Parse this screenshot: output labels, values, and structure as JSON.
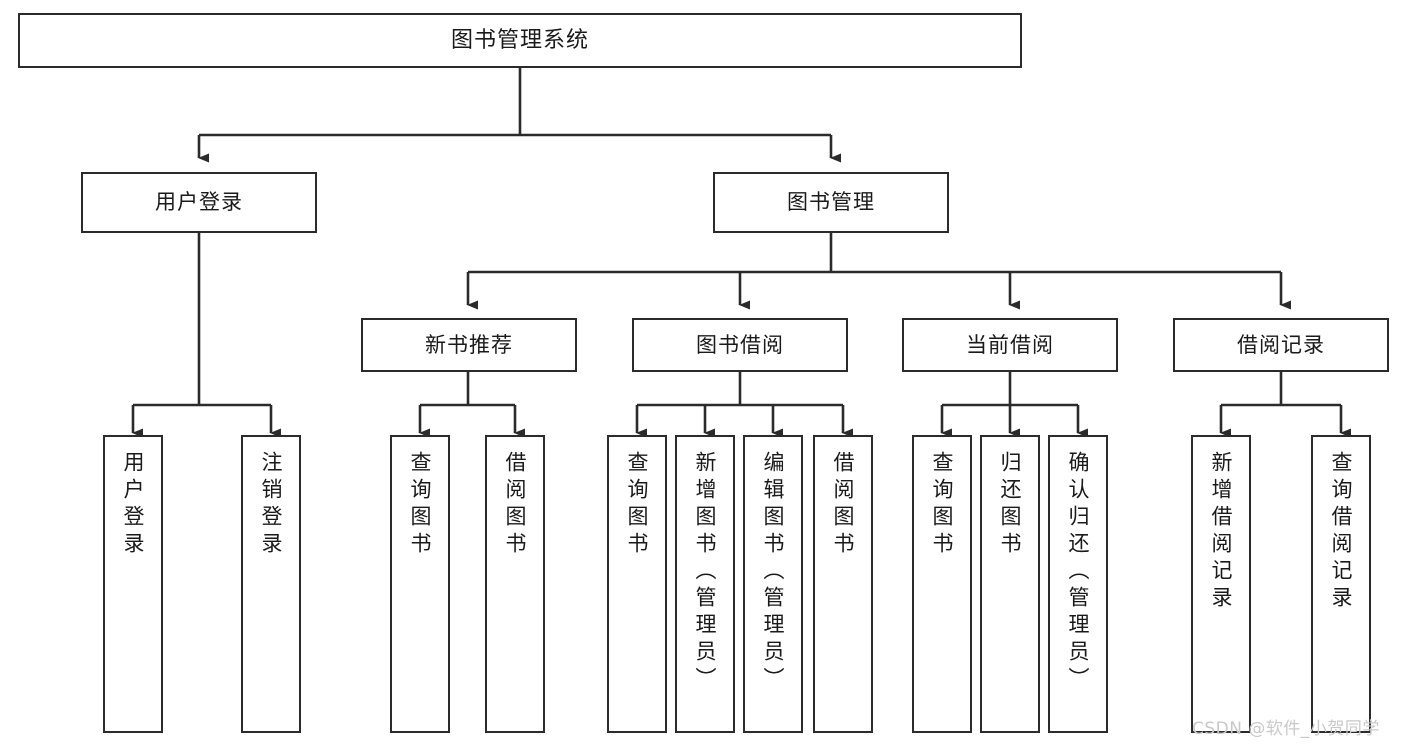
{
  "diagram": {
    "type": "hierarchy-tree",
    "title": "图书管理系统",
    "root": {
      "label": "图书管理系统"
    },
    "level1": [
      {
        "label": "用户登录"
      },
      {
        "label": "图书管理"
      }
    ],
    "level2": [
      {
        "label": "新书推荐"
      },
      {
        "label": "图书借阅"
      },
      {
        "label": "当前借阅"
      },
      {
        "label": "借阅记录"
      }
    ],
    "leaves": {
      "user_login": [
        {
          "label": "用户登录"
        },
        {
          "label": "注销登录"
        }
      ],
      "new_book_recommend": [
        {
          "label": "查询图书"
        },
        {
          "label": "借阅图书"
        }
      ],
      "book_borrow": [
        {
          "label": "查询图书"
        },
        {
          "label": "新增图书（管理员）"
        },
        {
          "label": "编辑图书（管理员）"
        },
        {
          "label": "借阅图书"
        }
      ],
      "current_borrow": [
        {
          "label": "查询图书"
        },
        {
          "label": "归还图书"
        },
        {
          "label": "确认归还（管理员）"
        }
      ],
      "borrow_record": [
        {
          "label": "新增借阅记录"
        },
        {
          "label": "查询借阅记录"
        }
      ]
    }
  },
  "watermark": {
    "text": "CSDN @软件_小贺同学"
  },
  "colors": {
    "border": "#2b2b2b",
    "background": "#ffffff",
    "text": "#1a1a1a",
    "watermark": "#c9c9c9"
  }
}
